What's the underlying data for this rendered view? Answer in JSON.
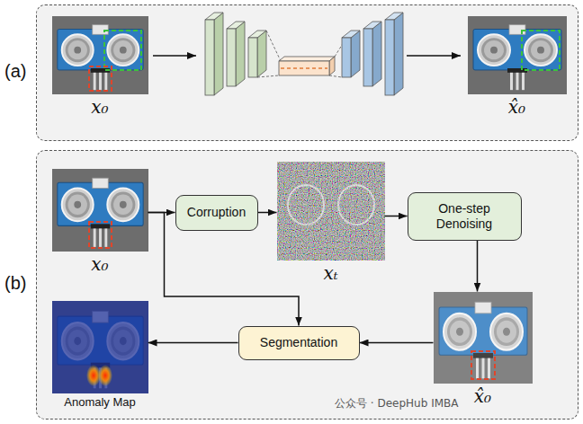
{
  "diagram": {
    "nodes": [
      {
        "text": [
          "(a)"
        ]
      },
      {
        "text": [
          "x₀"
        ],
        "in": 0
      },
      {
        "text": [
          "x̂₀"
        ],
        "in": 0
      },
      {
        "text": [
          "(b)"
        ]
      },
      {
        "text": [
          "x₀"
        ],
        "in": 3
      },
      {
        "text": [
          "Corruption"
        ],
        "in": 3
      },
      {
        "text": [
          "xₜ"
        ],
        "in": 3
      },
      {
        "text": [
          "One-step Denoising"
        ],
        "in": 3
      },
      {
        "text": [
          "x̂₀"
        ],
        "in": 3
      },
      {
        "text": [
          "Segmentation"
        ],
        "in": 3
      },
      {
        "text": [
          "Anomaly Map"
        ],
        "in": 3
      }
    ],
    "edges": [
      {
        "from": 4,
        "to": 5,
        "arrow": "to"
      },
      {
        "from": 5,
        "to": 6,
        "arrow": "to"
      },
      {
        "from": 6,
        "to": 7,
        "arrow": "to"
      },
      {
        "from": 7,
        "to": 8,
        "arrow": "to"
      },
      {
        "from": 8,
        "to": 9,
        "arrow": "to"
      },
      {
        "from": 9,
        "to": 10,
        "arrow": "to"
      },
      {
        "from": 4,
        "to": 9,
        "arrow": "to"
      }
    ],
    "labels": [
      "公众号 · DeepHub IMBA"
    ]
  }
}
